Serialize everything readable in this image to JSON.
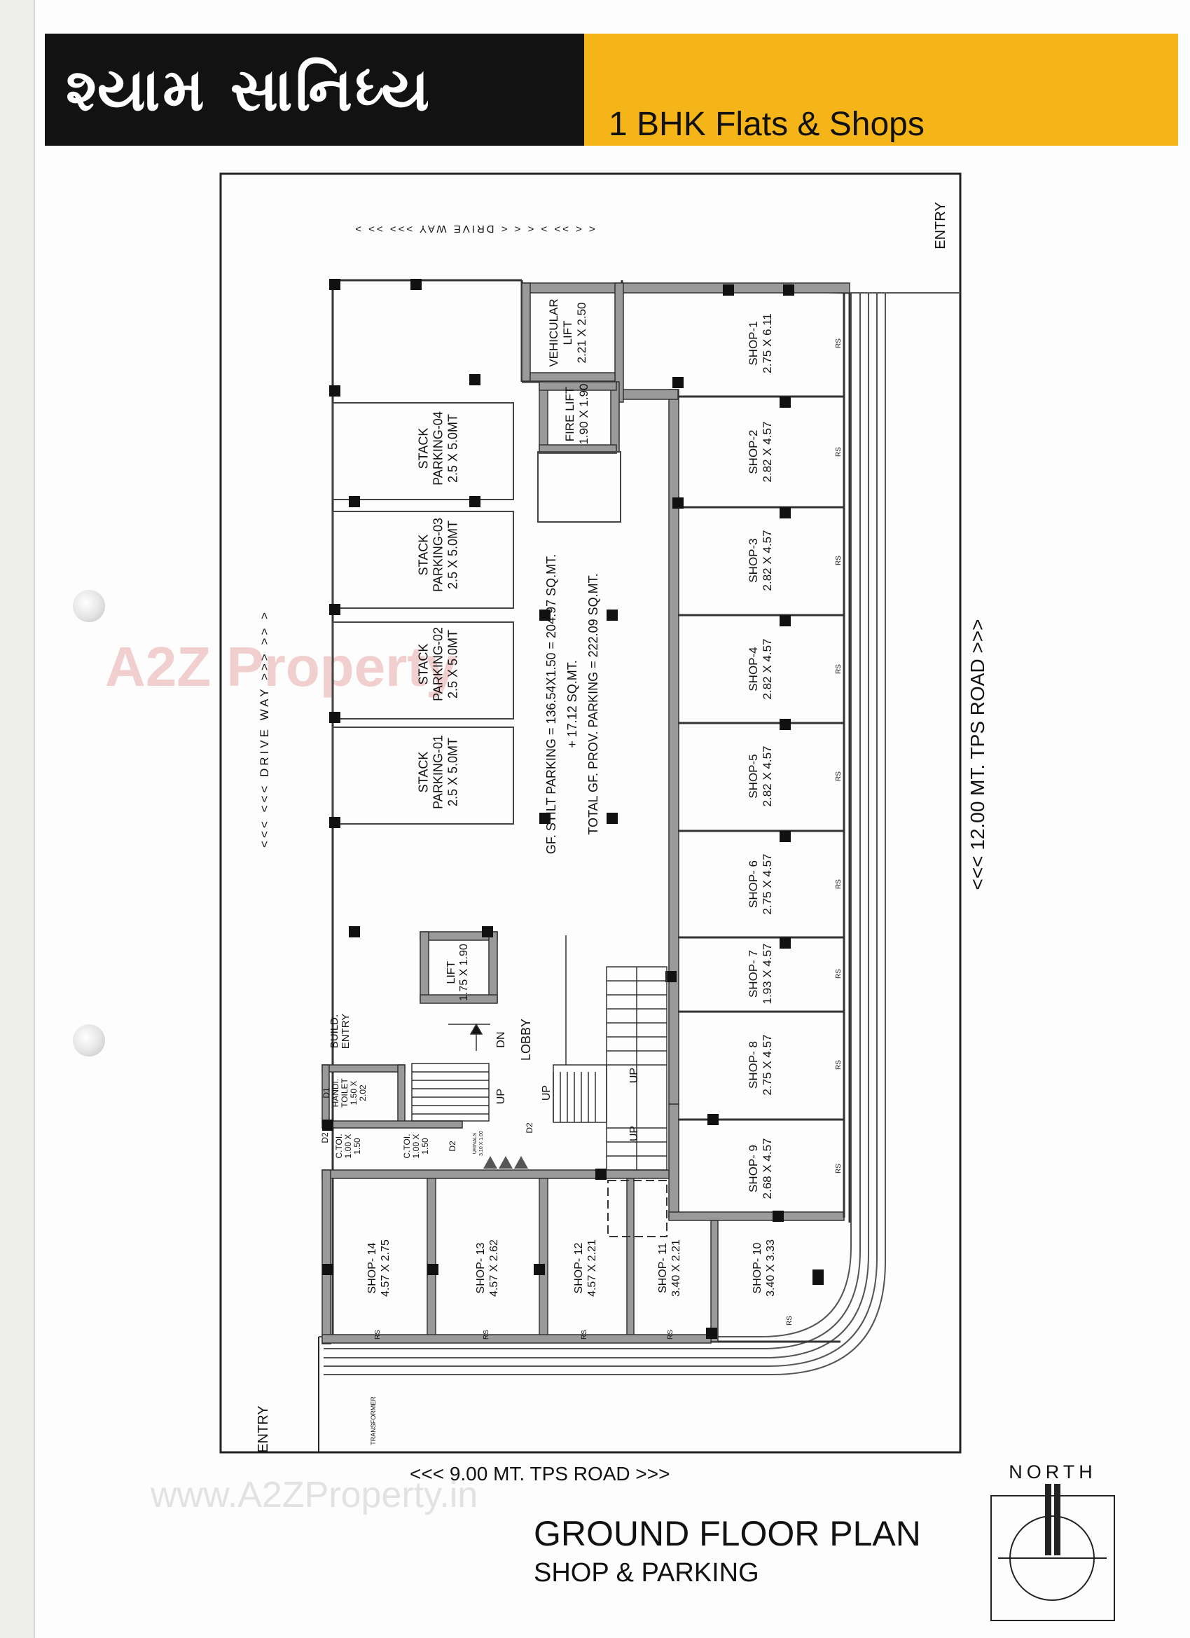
{
  "header": {
    "title": "શ્યામ  સાનિધ્ય",
    "subtitle": "1 BHK Flats & Shops"
  },
  "plan": {
    "drive_way_top": "< < >> > < < < DRIVE WAY >>> >> >",
    "drive_way_left": "<<< <<< DRIVE WAY >>> >> >",
    "entry_top": "ENTRY",
    "entry_bottom": "ENTRY",
    "transformer": "TRANSFORMER",
    "road_east": "<<< 12.00 MT. TPS ROAD >>>",
    "road_south": "<<< 9.00 MT. TPS ROAD >>>",
    "vehicular_lift": [
      "VEHICULAR",
      "LIFT",
      "2.21 X 2.50"
    ],
    "fire_lift": [
      "FIRE LIFT",
      "1.90 X 1.90"
    ],
    "lift": [
      "LIFT",
      "1.75 X 1.90"
    ],
    "lobby": "LOBBY",
    "build_entry": [
      "BUILD.",
      "ENTRY"
    ],
    "handi_toilet": [
      "HANDI.",
      "TOILET",
      "1.50 X",
      "2.02"
    ],
    "c_toilet_1": [
      "C.TOI.",
      "1.00 X",
      "1.50"
    ],
    "c_toilet_2": [
      "C.TOI.",
      "1.00 X",
      "1.50"
    ],
    "urinals": [
      "URINALS",
      "3.10 X 1.00"
    ],
    "stair_up": "UP",
    "stair_dn": "DN",
    "door_d1": "D1",
    "door_d2": "D2",
    "rs": "RS",
    "parking_area": [
      "GF. STILT PARKING = 136.54X1.50 = 204.97 SQ.MT.",
      "+ 17.12 SQ.MT.",
      "TOTAL GF. PROV. PARKING     = 222.09 SQ.MT."
    ],
    "stack_parking": [
      {
        "name": "STACK",
        "id": "PARKING-04",
        "size": "2.5 X 5.0MT"
      },
      {
        "name": "STACK",
        "id": "PARKING-03",
        "size": "2.5 X 5.0MT"
      },
      {
        "name": "STACK",
        "id": "PARKING-02",
        "size": "2.5 X 5.0MT"
      },
      {
        "name": "STACK",
        "id": "PARKING-01",
        "size": "2.5 X 5.0MT"
      }
    ],
    "shops_east": [
      {
        "name": "SHOP-1",
        "size": "2.75 X 6.11"
      },
      {
        "name": "SHOP-2",
        "size": "2.82 X 4.57"
      },
      {
        "name": "SHOP-3",
        "size": "2.82 X 4.57"
      },
      {
        "name": "SHOP-4",
        "size": "2.82 X 4.57"
      },
      {
        "name": "SHOP-5",
        "size": "2.82 X 4.57"
      },
      {
        "name": "SHOP- 6",
        "size": "2.75 X 4.57"
      },
      {
        "name": "SHOP- 7",
        "size": "1.93 X 4.57"
      },
      {
        "name": "SHOP- 8",
        "size": "2.75 X 4.57"
      },
      {
        "name": "SHOP- 9",
        "size": "2.68 X 4.57"
      }
    ],
    "shops_south": [
      {
        "name": "SHOP- 10",
        "size": "3.40 X 3.33"
      },
      {
        "name": "SHOP- 11",
        "size": "3.40 X 2.21"
      },
      {
        "name": "SHOP- 12",
        "size": "4.57 X 2.21"
      },
      {
        "name": "SHOP- 13",
        "size": "4.57 X 2.62"
      },
      {
        "name": "SHOP- 14",
        "size": "4.57 X 2.75"
      }
    ]
  },
  "watermark": {
    "brand": "A2Z Property",
    "url": "www.A2ZProperty.in"
  },
  "footer": {
    "title": "GROUND FLOOR PLAN",
    "subtitle": "SHOP & PARKING",
    "north": "NORTH"
  }
}
